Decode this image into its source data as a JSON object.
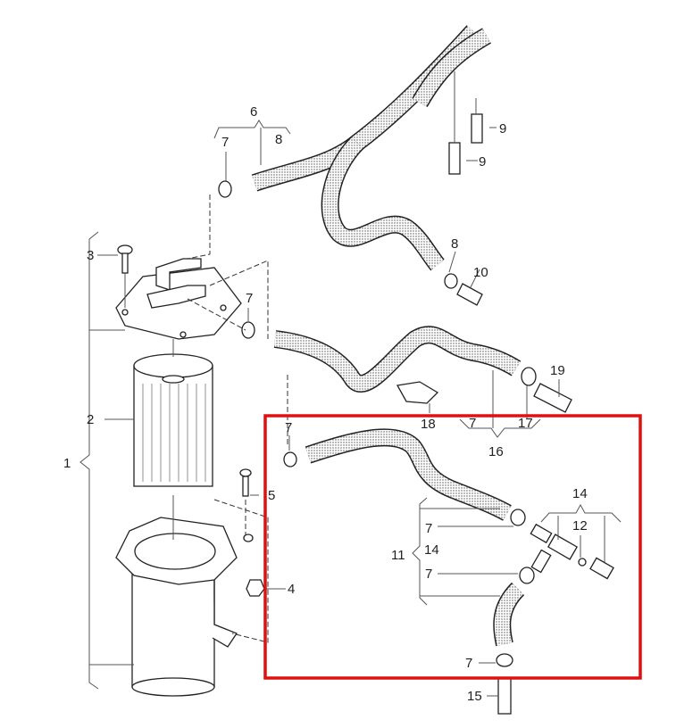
{
  "diagram": {
    "callouts": {
      "c1": "1",
      "c2": "2",
      "c3": "3",
      "c4": "4",
      "c5": "5",
      "c6": "6",
      "c7a": "7",
      "c7b": "7",
      "c7c": "7",
      "c7d": "7",
      "c7e": "7",
      "c7f": "7",
      "c7g": "7",
      "c8a": "8",
      "c8b": "8",
      "c9a": "9",
      "c9b": "9",
      "c10": "10",
      "c11": "11",
      "c12": "12",
      "c14a": "14",
      "c14b": "14",
      "c15": "15",
      "c16": "16",
      "c17": "17",
      "c18": "18",
      "c19": "19"
    },
    "highlight_color": "#e01010"
  }
}
